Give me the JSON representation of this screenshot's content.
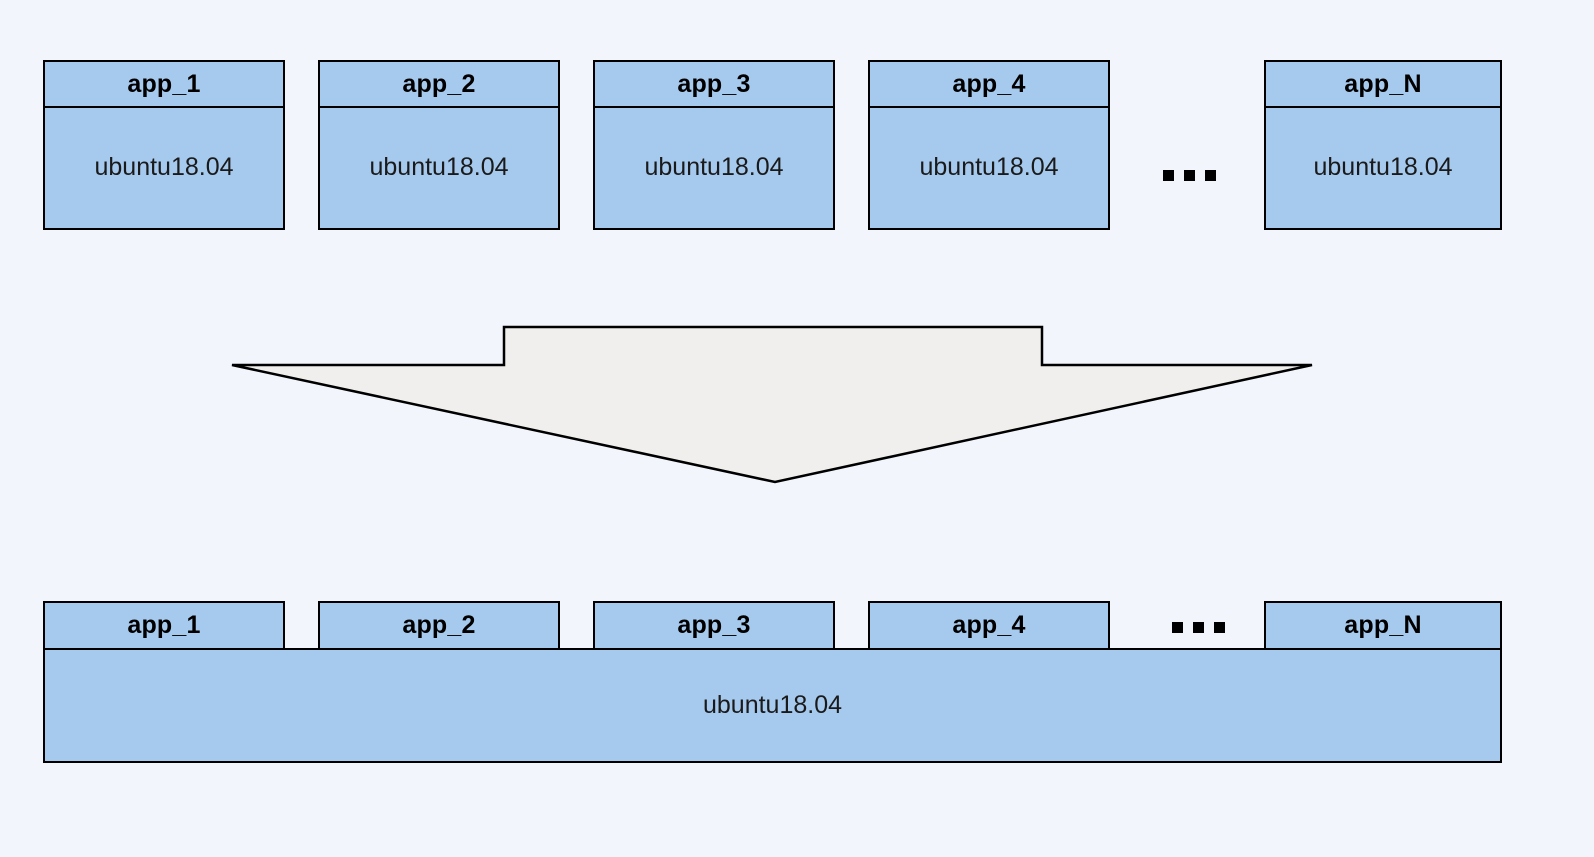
{
  "diagram": {
    "background_color": "#f2f6fc",
    "box_fill_color": "#a6c9ee",
    "box_stroke_color": "#000000",
    "arrow_fill_color": "#f0efed",
    "arrow_stroke_color": "#000000",
    "top_row": {
      "cards": [
        {
          "title": "app_1",
          "os": "ubuntu18.04"
        },
        {
          "title": "app_2",
          "os": "ubuntu18.04"
        },
        {
          "title": "app_3",
          "os": "ubuntu18.04"
        },
        {
          "title": "app_4",
          "os": "ubuntu18.04"
        },
        {
          "title": "app_N",
          "os": "ubuntu18.04"
        }
      ],
      "ellipsis": "▪ ▪ ▪"
    },
    "arrow": {
      "direction": "down",
      "icon_name": "down-arrow"
    },
    "bottom_row": {
      "tabs": [
        {
          "title": "app_1"
        },
        {
          "title": "app_2"
        },
        {
          "title": "app_3"
        },
        {
          "title": "app_4"
        },
        {
          "title": "app_N"
        }
      ],
      "ellipsis": "▪ ▪ ▪",
      "shared_os": "ubuntu18.04"
    }
  }
}
